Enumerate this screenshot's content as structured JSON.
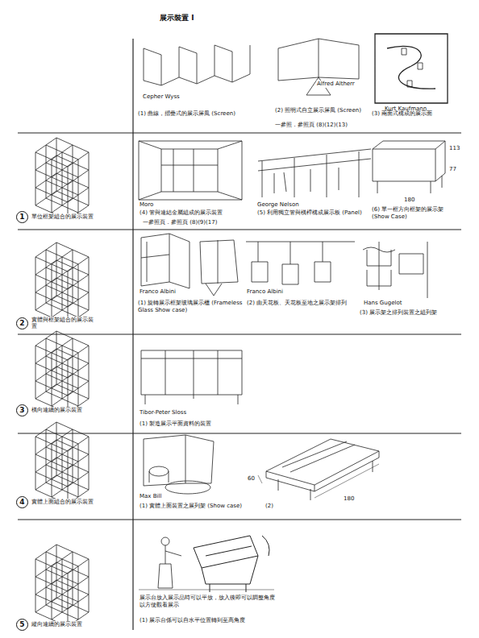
{
  "diagram": {
    "title": "展示裝置 I",
    "nodes": [
      {
        "text": [
          "1",
          "單位框架組合的展示裝置"
        ]
      },
      {
        "text": [
          "2",
          "實體與框架組合的展示裝置"
        ]
      },
      {
        "text": [
          "3",
          "橫向連續的展示裝置"
        ]
      },
      {
        "text": [
          "4",
          "實體上面組合的展示裝置"
        ]
      },
      {
        "text": [
          "5",
          "縱向連續的展示裝置"
        ]
      }
    ],
    "edges": [],
    "labels": [
      "Cepher Wyss",
      "(1) 曲線，摺疊式的展示屏風 (Screen)",
      "Alfred Altherr",
      "(2) 照明式自立展示屏風 (Screen)",
      "一參照．參照頁 (8)(12)(13)",
      "Kurt Kaufmann",
      "(3) 兩面式構成的展示面",
      "Moro",
      "(4) 管與連結金屬組成的展示裝置",
      "一參照頁．參照頁 (8)(9)(17)",
      "George Nelson",
      "(5) 利用獨立管與橫桿構成展示板 (Panel)",
      "(6) 單一框方向框架的展示架 (Show Case)",
      "113",
      "77",
      "180",
      "Franco Albini",
      "(1) 旋轉展示框架玻璃展示櫃 (Frameless Glass Show case)",
      "Franco Albini",
      "(2) 由天花板、天花板至地之展示架排列",
      "Hans Gugelot",
      "(3) 展示架之排列裝置之組列架",
      "Tibor-Peter Sloss",
      "(1) 製造展示平面資料的裝置",
      "Max Bill",
      "(1) 實體上面裝置之展列架 (Show case)",
      "(2)",
      "180",
      "60",
      "展示台放入展示品時可以平放，放入後即可以調整角度以方便觀看展示",
      "(1) 展示台係可以自水平位置轉到至高角度"
    ]
  }
}
